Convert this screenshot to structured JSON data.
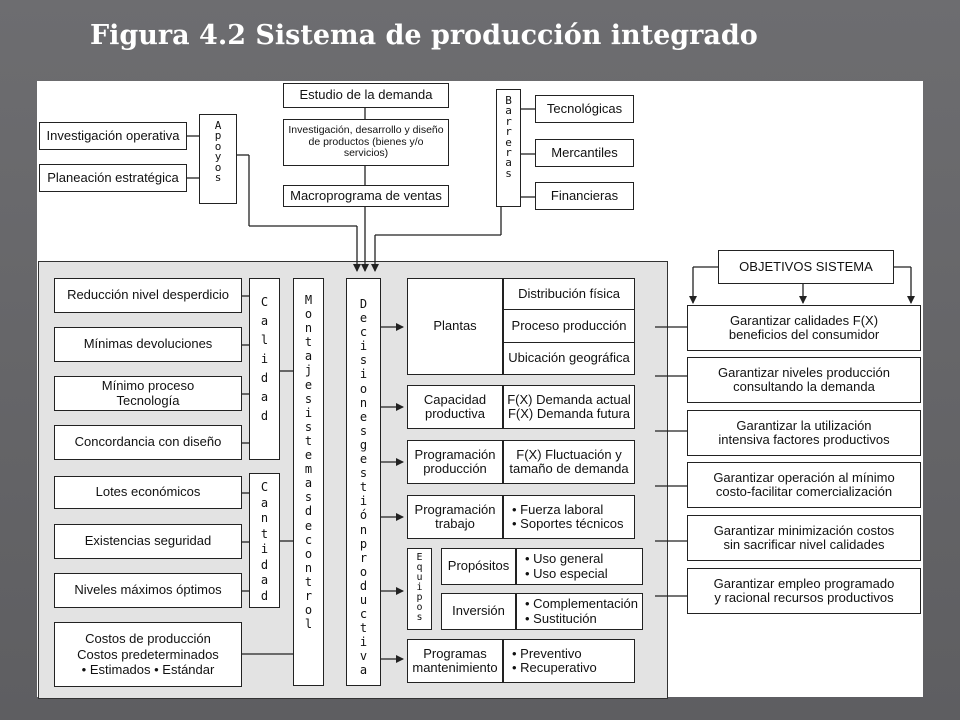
{
  "title": "Figura 4.2 Sistema de producción integrado",
  "top": {
    "demanda": "Estudio de la demanda",
    "investigacion_diseno": "Investigación, desarrollo y diseño\nde productos (bienes y/o servicios)",
    "macroprograma": "Macroprograma de ventas"
  },
  "apoyos": {
    "label": "Apoyos",
    "items": [
      "Investigación operativa",
      "Planeación estratégica"
    ]
  },
  "barreras": {
    "label": "Barreras",
    "items": [
      "Tecnológicas",
      "Mercantiles",
      "Financieras"
    ]
  },
  "calidad": {
    "label": "Calidad",
    "items": [
      "Reducción nivel desperdicio",
      "Mínimas devoluciones",
      "Mínimo proceso\nTecnología",
      "Concordancia con diseño"
    ]
  },
  "cantidad": {
    "label": "Cantidad",
    "items": [
      "Lotes económicos",
      "Existencias seguridad",
      "Niveles máximos óptimos"
    ]
  },
  "costos": "Costos de producción\nCostos predeterminados\n• Estimados  • Estándar",
  "montaje": "Montaje sistemas de control",
  "decisiones": "Decisiones gestión productiva",
  "gestion": {
    "plantas": {
      "label": "Plantas",
      "items": [
        "Distribución física",
        "Proceso producción",
        "Ubicación geográfica"
      ]
    },
    "capacidad": {
      "label": "Capacidad\nproductiva",
      "detail": "F(X) Demanda actual\nF(X) Demanda futura"
    },
    "programacion_produccion": {
      "label": "Programación\nproducción",
      "detail": "F(X) Fluctuación y\ntamaño de demanda"
    },
    "programacion_trabajo": {
      "label": "Programación\ntrabajo",
      "detail": "• Fuerza laboral\n• Soportes técnicos"
    },
    "equipos": {
      "label": "Equipos",
      "propositos": {
        "label": "Propósitos",
        "detail": "• Uso general\n• Uso especial"
      },
      "inversion": {
        "label": "Inversión",
        "detail": "• Complementación\n• Sustitución"
      }
    },
    "mantenimiento": {
      "label": "Programas\nmantenimiento",
      "detail": "• Preventivo\n• Recuperativo"
    }
  },
  "objetivos": {
    "title": "OBJETIVOS SISTEMA",
    "items": [
      "Garantizar calidades F(X)\nbeneficios del consumidor",
      "Garantizar niveles producción\nconsultando la demanda",
      "Garantizar la utilización\nintensiva factores productivos",
      "Garantizar operación al mínimo\ncosto-facilitar comercialización",
      "Garantizar minimización costos\nsin sacrificar nivel calidades",
      "Garantizar empleo programado\ny racional recursos productivos"
    ]
  }
}
